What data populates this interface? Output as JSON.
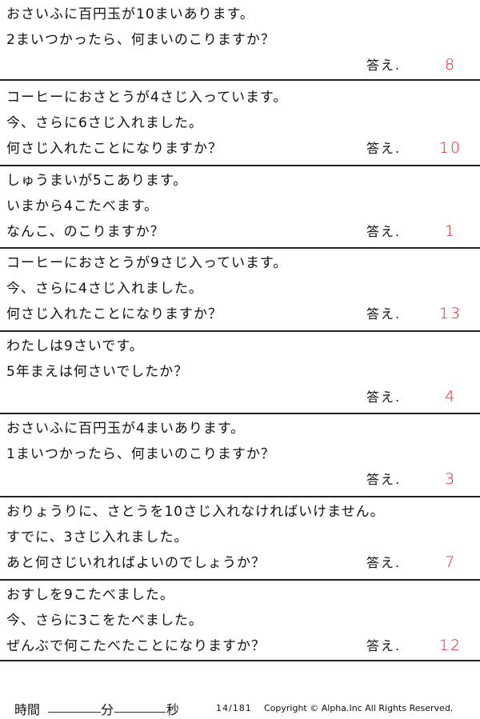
{
  "answer_label": "答え.",
  "answer_color": "#e0202a",
  "problems": [
    {
      "lines": [
        "おさいふに百円玉が10まいあります。",
        "2まいつかったら、何まいのこりますか？",
        ""
      ],
      "answer": "8"
    },
    {
      "lines": [
        "コーヒーにおさとうが4さじ入っています。",
        "今、さらに6さじ入れました。",
        "何さじ入れたことになりますか？"
      ],
      "answer": "10"
    },
    {
      "lines": [
        "しゅうまいが5こあります。",
        "いまから4こたべます。",
        "なんこ、のこりますか？"
      ],
      "answer": "1"
    },
    {
      "lines": [
        "コーヒーにおさとうが9さじ入っています。",
        "今、さらに4さじ入れました。",
        "何さじ入れたことになりますか？"
      ],
      "answer": "13"
    },
    {
      "lines": [
        "わたしは9さいです。",
        "5年まえは何さいでしたか？",
        ""
      ],
      "answer": "4"
    },
    {
      "lines": [
        "おさいふに百円玉が4まいあります。",
        "1まいつかったら、何まいのこりますか？",
        ""
      ],
      "answer": "3"
    },
    {
      "lines": [
        "おりょうりに、さとうを10さじ入れなければいけません。",
        "すでに、3さじ入れました。",
        "あと何さじいれればよいのでしょうか？"
      ],
      "answer": "7"
    },
    {
      "lines": [
        "おすしを9こたべました。",
        "今、さらに3こをたべました。",
        "ぜんぶで何こたべたことになりますか？"
      ],
      "answer": "12"
    }
  ],
  "footer": {
    "time_label": "時間",
    "minutes_label": "分",
    "seconds_label": "秒",
    "page": "14/181",
    "copyright": "Copyright ©  Alpha.Inc All Rights Reserved."
  }
}
